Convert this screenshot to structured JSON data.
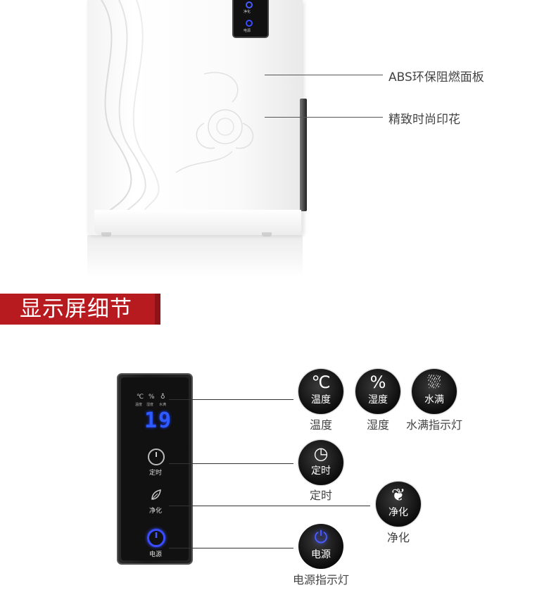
{
  "product": {
    "mini_panel": {
      "purify_label": "净化",
      "power_label": "电源"
    },
    "callouts": [
      {
        "text": "ABS环保阻燃面板"
      },
      {
        "text": "精致时尚印花"
      }
    ]
  },
  "section": {
    "title": "显示屏细节"
  },
  "panel": {
    "indicators": [
      {
        "symbol": "℃",
        "label": "温度"
      },
      {
        "symbol": "%",
        "label": "湿度"
      },
      {
        "symbol": "♁",
        "label": "水满"
      }
    ],
    "display_value": "19",
    "timer_label": "定时",
    "purify_label": "净化",
    "power_label": "电源"
  },
  "features": {
    "temperature": {
      "symbol": "℃",
      "icon_label": "温度",
      "caption": "温度",
      "icon": "thermometer-icon"
    },
    "humidity": {
      "symbol": "%",
      "icon_label": "湿度",
      "caption": "湿度",
      "icon": "percent-icon"
    },
    "water_full": {
      "symbol": "⛆",
      "icon_label": "水满",
      "caption": "水满指示灯",
      "icon": "water-tank-icon"
    },
    "timer": {
      "symbol": "◷",
      "icon_label": "定时",
      "caption": "定时",
      "icon": "timer-icon"
    },
    "purify": {
      "symbol": "❦",
      "icon_label": "净化",
      "caption": "净化",
      "icon": "leaf-icon"
    },
    "power": {
      "symbol": "⏻",
      "icon_label": "电源",
      "caption": "电源指示灯",
      "icon": "power-icon"
    }
  },
  "colors": {
    "section_red": "#b71a1f",
    "lcd_blue": "#2d5bff",
    "power_ring_blue": "#3a4cff"
  }
}
